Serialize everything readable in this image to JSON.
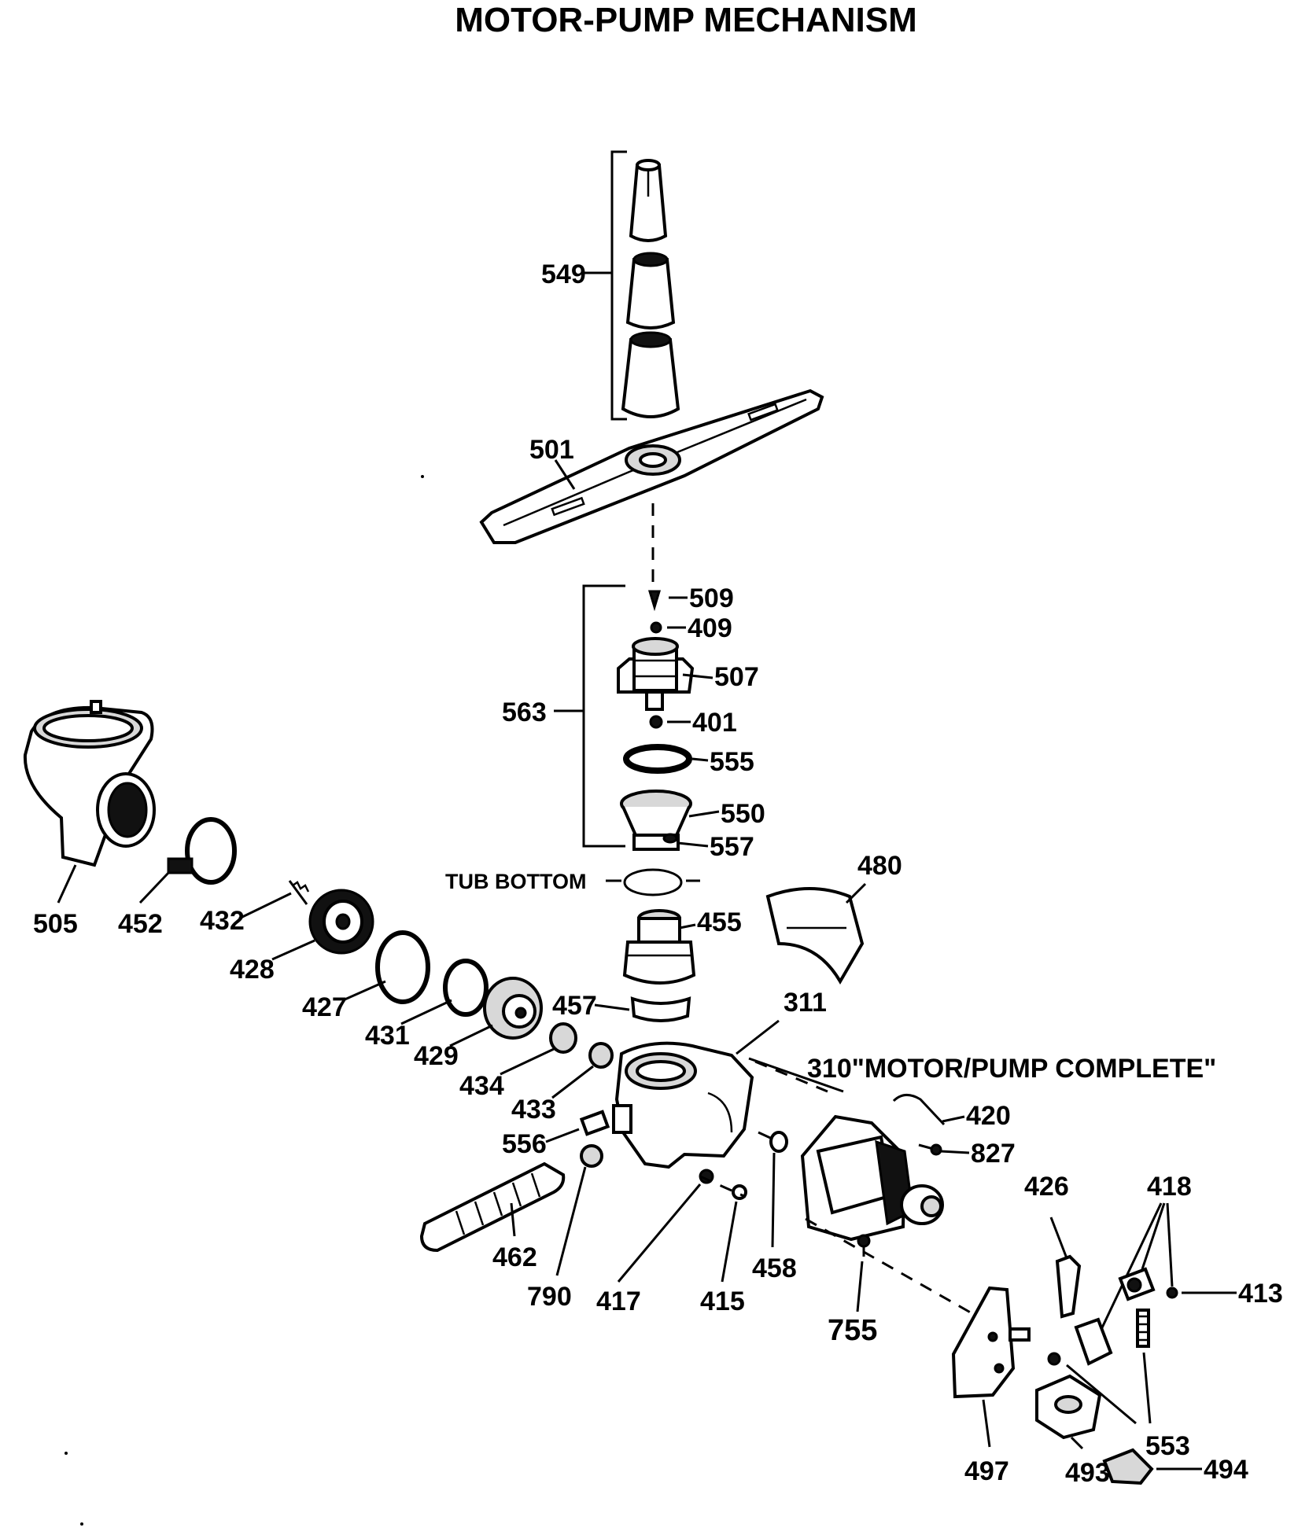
{
  "title": "MOTOR-PUMP MECHANISM",
  "labels": {
    "p549": "549",
    "p501": "501",
    "p509": "509",
    "p409": "409",
    "p507": "507",
    "p563": "563",
    "p401": "401",
    "p555": "555",
    "p550": "550",
    "p557": "557",
    "tub_bottom": "TUB BOTTOM",
    "p480": "480",
    "p505": "505",
    "p452": "452",
    "p432": "432",
    "p428": "428",
    "p455": "455",
    "p427": "427",
    "p457": "457",
    "p311": "311",
    "p431": "431",
    "p429": "429",
    "p310": "310\"MOTOR/PUMP COMPLETE\"",
    "p434": "434",
    "p420": "420",
    "p433": "433",
    "p827": "827",
    "p556": "556",
    "p426": "426",
    "p418": "418",
    "p462": "462",
    "p458": "458",
    "p413": "413",
    "p790": "790",
    "p417": "417",
    "p415": "415",
    "p755": "755",
    "p553": "553",
    "p497": "497",
    "p493": "493",
    "p494": "494"
  }
}
